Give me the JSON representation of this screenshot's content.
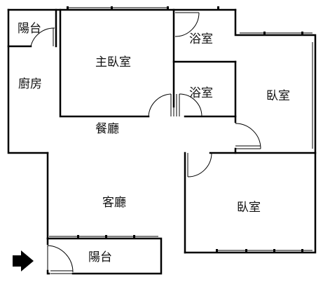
{
  "floor_plan": {
    "rooms": [
      {
        "id": "balcony-top",
        "label": "陽台"
      },
      {
        "id": "kitchen",
        "label": "廚房"
      },
      {
        "id": "master-bedroom",
        "label": "主臥室"
      },
      {
        "id": "bathroom-1",
        "label": "浴室"
      },
      {
        "id": "bathroom-2",
        "label": "浴室"
      },
      {
        "id": "dining",
        "label": "餐廳"
      },
      {
        "id": "bedroom-right-top",
        "label": "臥室"
      },
      {
        "id": "living-room",
        "label": "客廳"
      },
      {
        "id": "bedroom-right-bottom",
        "label": "臥室"
      },
      {
        "id": "balcony-bottom",
        "label": "陽台"
      }
    ],
    "entrance_arrow": "entrance-arrow-icon",
    "colors": {
      "wall": "#000000",
      "background": "#ffffff"
    }
  }
}
